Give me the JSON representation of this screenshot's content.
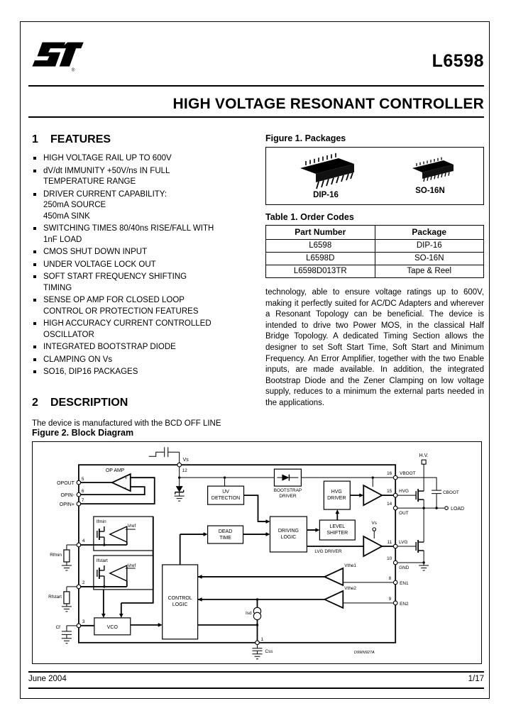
{
  "header": {
    "part_number": "L6598",
    "title": "HIGH VOLTAGE RESONANT CONTROLLER"
  },
  "features": {
    "section_number": "1",
    "section_title": "FEATURES",
    "items": [
      "HIGH VOLTAGE RAIL UP TO 600V",
      "dV/dt IMMUNITY +50V/ns IN FULL\nTEMPERATURE RANGE",
      "DRIVER CURRENT CAPABILITY:\n250mA SOURCE\n450mA SINK",
      "SWITCHING TIMES 80/40ns RISE/FALL WITH\n1nF LOAD",
      "CMOS SHUT DOWN INPUT",
      "UNDER VOLTAGE LOCK OUT",
      "SOFT START FREQUENCY SHIFTING\nTIMING",
      "SENSE OP AMP FOR CLOSED LOOP\nCONTROL OR PROTECTION FEATURES",
      "HIGH ACCURACY CURRENT CONTROLLED\nOSCILLATOR",
      "INTEGRATED BOOTSTRAP DIODE",
      "CLAMPING ON Vs",
      "SO16, DIP16 PACKAGES"
    ]
  },
  "description": {
    "section_number": "2",
    "section_title": "DESCRIPTION",
    "intro": "The device is manufactured with the BCD OFF LINE",
    "body": "technology, able to ensure voltage ratings up to 600V, making it perfectly suited for AC/DC Adapters and wherever a Resonant Topology can be beneficial. The device is intended to drive two Power MOS, in the classical Half Bridge Topology. A dedicated Timing Section allows the designer to set Soft Start Time, Soft Start and Minimum Frequency. An Error Amplifier, together with the two Enable inputs, are made available. In addition, the integrated Bootstrap Diode and the Zener Clamping on low voltage supply, reduces to a minimum the external parts needed in the applications."
  },
  "figure1": {
    "caption": "Figure 1. Packages",
    "packages": [
      {
        "label": "DIP-16"
      },
      {
        "label": "SO-16N"
      }
    ]
  },
  "table1": {
    "caption": "Table 1. Order Codes",
    "headers": [
      "Part Number",
      "Package"
    ],
    "rows": [
      [
        "L6598",
        "DIP-16"
      ],
      [
        "L6598D",
        "SO-16N"
      ],
      [
        "L6598D013TR",
        "Tape & Reel"
      ]
    ]
  },
  "figure2": {
    "caption": "Figure 2. Block Diagram",
    "drawing_code": "D99IN927A",
    "labels": {
      "vs_top": "Vs",
      "pin12": "12",
      "op_amp": "OP AMP",
      "plus": "+",
      "minus": "-",
      "opout": "OPOUT",
      "pin5": "5",
      "opin_minus": "OPIN-",
      "pin6": "6",
      "opin_plus": "OPIN+",
      "pin7": "7",
      "ifmin": "Ifmin",
      "vref1": "Vref",
      "pin4": "4",
      "rfmin": "Rfmin",
      "ifstart": "Ifstart",
      "vref2": "Vref",
      "pin2": "2",
      "rfstart": "Rfstart",
      "pin3": "3",
      "cf": "Cf",
      "vco": "VCO",
      "control1": "CONTROL",
      "control2": "LOGIC",
      "uv1": "UV",
      "uv2": "DETECTION",
      "dead1": "DEAD",
      "dead2": "TIME",
      "boot1": "BOOTSTRAP",
      "boot2": "DRIVER",
      "driving1": "DRIVING",
      "driving2": "LOGIC",
      "level1": "LEVEL",
      "level2": "SHIFTER",
      "hvgd1": "HVG",
      "hvgd2": "DRIVER",
      "lvg_driver": "LVG DRIVER",
      "vthe1": "Vthe1",
      "vthe2": "Vthe2",
      "isd": "Isd",
      "pin1": "1",
      "css": "Css",
      "pin16": "16",
      "vboot": "VBOOT",
      "pin15": "15",
      "hvg": "HVG",
      "pin14": "14",
      "out": "OUT",
      "pin11": "11",
      "lvg": "LVG",
      "pin10": "10",
      "gnd": "GND",
      "pin8": "8",
      "en1": "EN1",
      "pin9": "9",
      "en2": "EN2",
      "hv": "H.V.",
      "cboot": "CBOOT",
      "load": "LOAD",
      "vs_buf": "Vs"
    }
  },
  "footer": {
    "date": "June 2004",
    "page": "1/17"
  }
}
